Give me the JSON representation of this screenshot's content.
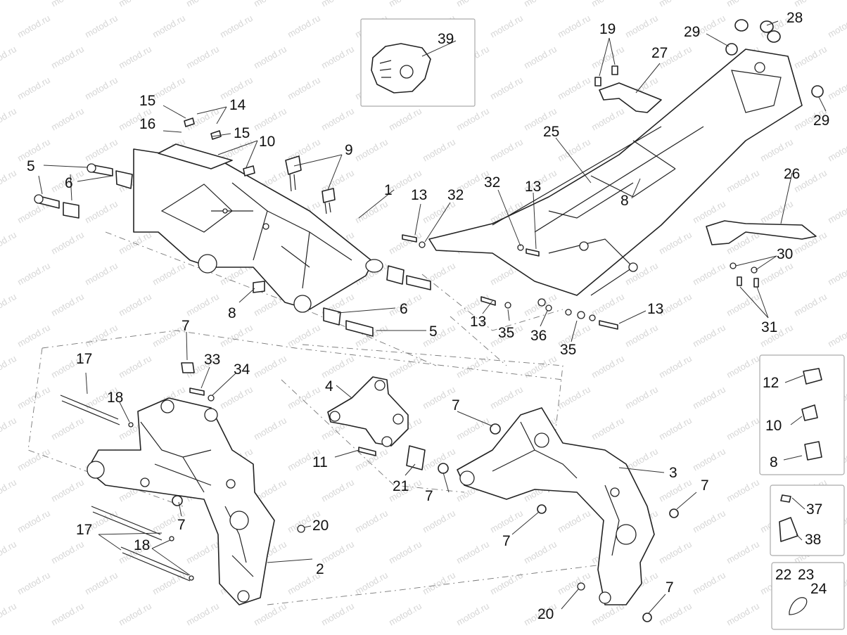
{
  "watermark": {
    "text": "motod.ru"
  },
  "callouts": {
    "c1": "1",
    "c2": "2",
    "c3": "3",
    "c4": "4",
    "c5a": "5",
    "c5b": "5",
    "c6a": "6",
    "c6b": "6",
    "c7a": "7",
    "c7b": "7",
    "c7c": "7",
    "c7d": "7",
    "c7e": "7",
    "c7f": "7",
    "c7g": "7",
    "c8a": "8",
    "c8b": "8",
    "c8c": "8",
    "c9": "9",
    "c10a": "10",
    "c10b": "10",
    "c11": "11",
    "c12": "12",
    "c13a": "13",
    "c13b": "13",
    "c13c": "13",
    "c13d": "13",
    "c14": "14",
    "c15a": "15",
    "c15b": "15",
    "c16": "16",
    "c17a": "17",
    "c17b": "17",
    "c18a": "18",
    "c18b": "18",
    "c19": "19",
    "c20a": "20",
    "c20b": "20",
    "c21": "21",
    "c22": "22",
    "c23": "23",
    "c24": "24",
    "c25": "25",
    "c26": "26",
    "c27": "27",
    "c28": "28",
    "c29a": "29",
    "c29b": "29",
    "c30": "30",
    "c31": "31",
    "c32a": "32",
    "c32b": "32",
    "c33": "33",
    "c34": "34",
    "c35a": "35",
    "c35b": "35",
    "c36": "36",
    "c37": "37",
    "c38": "38",
    "c39": "39"
  }
}
